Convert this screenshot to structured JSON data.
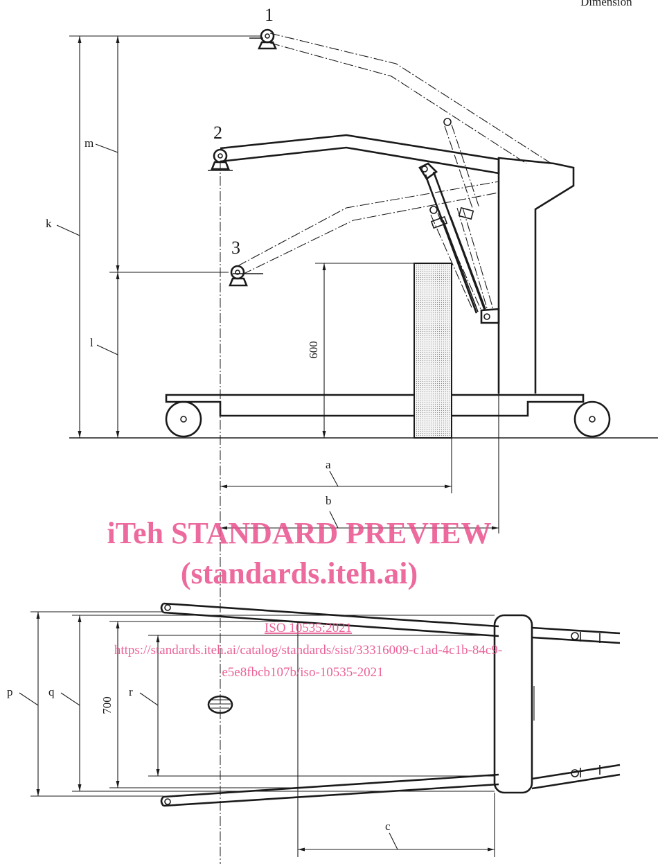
{
  "header": {
    "text": "Dimension"
  },
  "positions": {
    "p1": "1",
    "p2": "2",
    "p3": "3"
  },
  "dimensions": {
    "k": "k",
    "l": "l",
    "m": "m",
    "a": "a",
    "b": "b",
    "c": "c",
    "p": "p",
    "q": "q",
    "r": "r",
    "height_600": "600",
    "width_700": "700"
  },
  "watermark": {
    "line1": "iTeh STANDARD PREVIEW",
    "line2": "(standards.iteh.ai)",
    "standard": "ISO 10535:2021",
    "url1": "https://standards.iteh.ai/catalog/standards/sist/33316009-c1ad-4c1b-84c9-",
    "url2": "e5e8fbcb107b/iso-10535-2021"
  }
}
